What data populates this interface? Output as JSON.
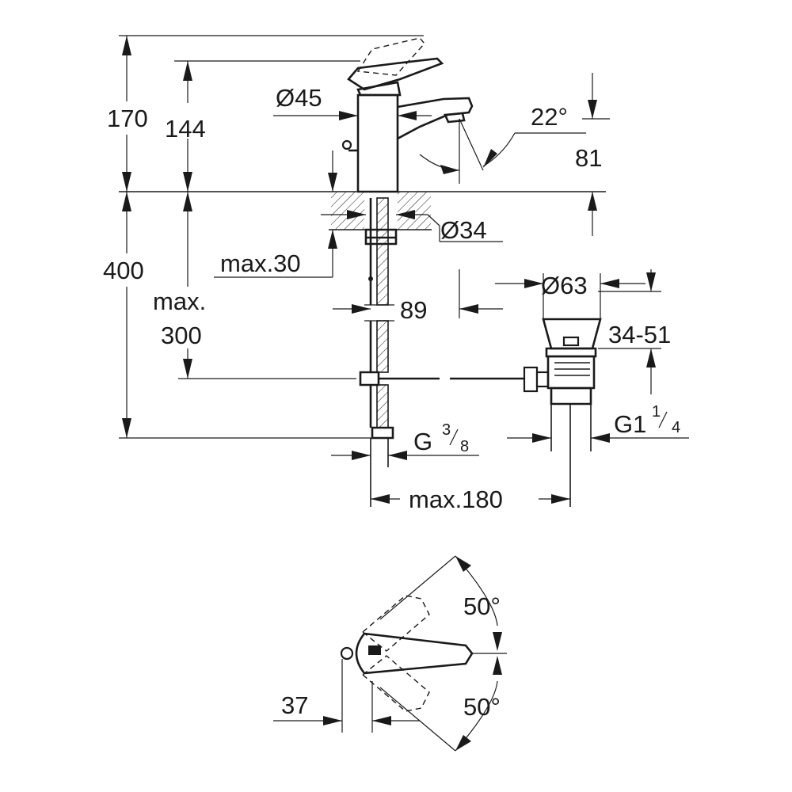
{
  "dimensions": {
    "total_height": "170",
    "spout_height": "144",
    "body_diameter": "Ø45",
    "spout_angle": "22°",
    "aerator_height": "81",
    "shank_diameter": "Ø34",
    "max_deck_thickness": "max.30",
    "hose_length_total": "400",
    "hose_max_label_1": "max.",
    "hose_max_label_2": "300",
    "pop_up_offset": "89",
    "waste_diameter": "Ø63",
    "waste_range": "34-51",
    "waste_thread_main": "G1",
    "waste_thread_num": "1",
    "waste_thread_den": "4",
    "supply_thread_main": "G",
    "supply_thread_num": "3",
    "supply_thread_den": "8",
    "max_distance": "max.180",
    "lever_angle_top": "50°",
    "lever_angle_bottom": "50°",
    "lever_offset": "37"
  },
  "colors": {
    "line": "#1a1a1a",
    "background": "#ffffff"
  }
}
